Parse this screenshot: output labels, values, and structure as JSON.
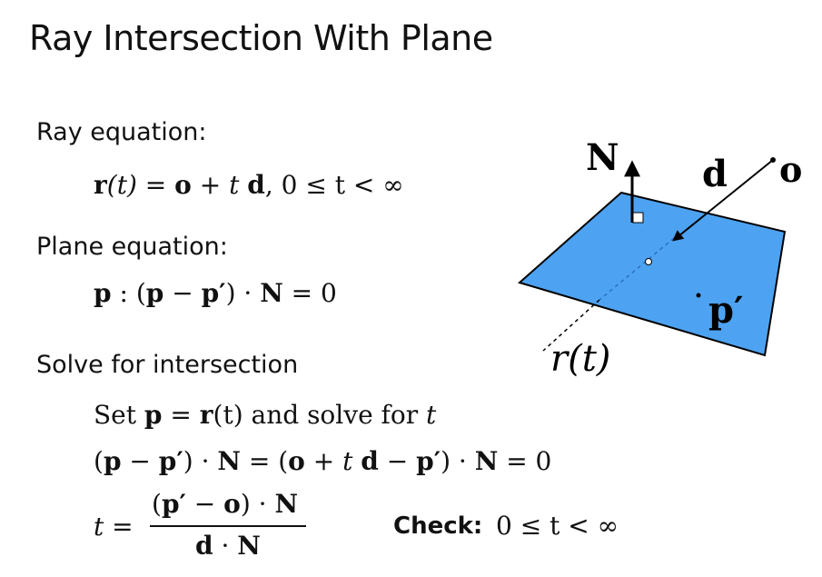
{
  "slide": {
    "title": "Ray Intersection With Plane"
  },
  "sections": {
    "ray_heading": "Ray equation:",
    "ray_eq": {
      "r": "r",
      "t_paren": "(t)",
      "eq1": " = ",
      "o": "o",
      "plus": " + ",
      "t": "t",
      "d": "d",
      "rest": ",  0 ≤ t < ∞"
    },
    "plane_heading": "Plane equation:",
    "plane_eq": {
      "p1": "p",
      "colon": " : (",
      "p2": "p",
      "minus": " − ",
      "pprime": "p′",
      "dot": ") · ",
      "N": "N",
      "rest": " = 0"
    },
    "solve_heading": "Solve for intersection",
    "solve_line1": {
      "set": "Set ",
      "p": "p",
      "eq": " = ",
      "r": "r",
      "tail": "(t) and solve for ",
      "t": "t"
    },
    "solve_line2": {
      "open": "(",
      "p": "p",
      "minus": " − ",
      "pprime": "p′",
      "dot1": ") · ",
      "N1": "N",
      "eq": " = (",
      "o": "o",
      "plus": " + ",
      "t": "t ",
      "d": "d",
      "minus2": " − ",
      "pprime2": "p′",
      "dot2": ") · ",
      "N2": "N",
      "rest": " = 0"
    },
    "solve_line3": {
      "lhs": "t = ",
      "num_open": "(",
      "num_pprime": "p′",
      "num_minus": " − ",
      "num_o": "o",
      "num_close": ") · ",
      "num_N": "N",
      "den_d": "d",
      "den_dot": " · ",
      "den_N": "N"
    },
    "check_label": "Check:",
    "check_cond": "0 ≤ t < ∞"
  },
  "diagram": {
    "normal_label": "N",
    "direction_label": "d",
    "origin_label": "o",
    "point_label": "p′",
    "ray_label": "r(t)",
    "plane_color": "#4da3f2",
    "stroke_color": "#000000"
  }
}
